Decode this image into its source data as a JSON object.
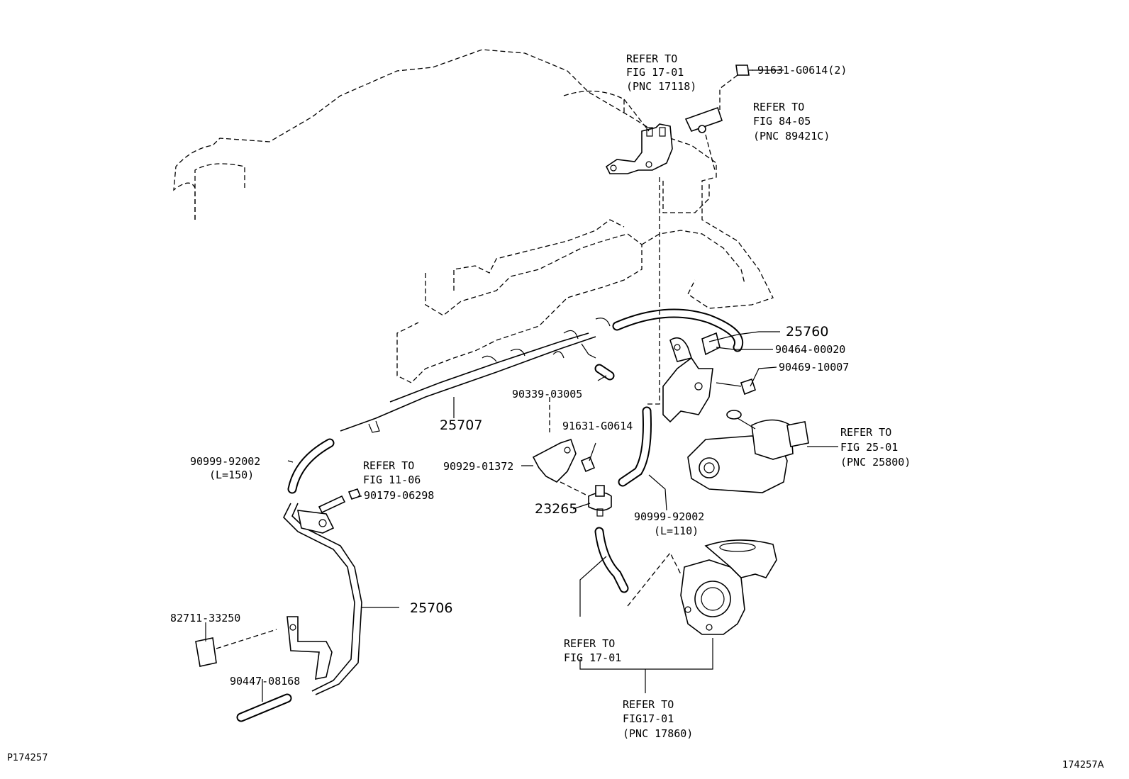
{
  "labels": {
    "refer_1711_a": "REFER TO",
    "refer_1711_b": "FIG 17-01",
    "refer_1711_c": "(PNC 17118)",
    "p91631_2": "91631-G0614(2)",
    "refer_8405_a": "REFER TO",
    "refer_8405_b": "FIG 84-05",
    "refer_8405_c": "(PNC 89421C)",
    "p25760": "25760",
    "p90464": "90464-00020",
    "p90469": "90469-10007",
    "p90339": "90339-03005",
    "p25707": "25707",
    "p91631": "91631-G0614",
    "refer_2501_a": "REFER TO",
    "refer_2501_b": "FIG 25-01",
    "refer_2501_c": "(PNC 25800)",
    "p90999_a": "90999-92002",
    "p90999_a_len": "(L=150)",
    "refer_1106_a": "REFER TO",
    "refer_1106_b": "FIG 11-06",
    "p90929": "90929-01372",
    "p90179": "90179-06298",
    "p23265": "23265",
    "p90999_b": "90999-92002",
    "p90999_b_len": "(L=110)",
    "p25706": "25706",
    "p82711": "82711-33250",
    "p90447": "90447-08168",
    "refer_1701_a": "REFER TO",
    "refer_1701_b": "FIG 17-01",
    "refer_17860_a": "REFER TO",
    "refer_17860_b": "FIG17-01",
    "refer_17860_c": "(PNC 17860)",
    "ref_left": "P174257",
    "ref_right": "174257A"
  }
}
